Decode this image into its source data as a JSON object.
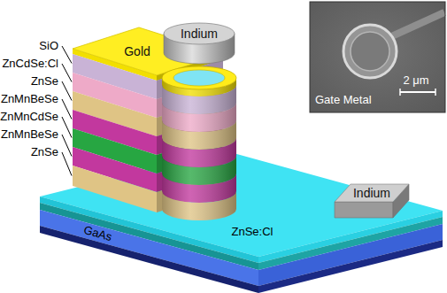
{
  "diagram": {
    "nodes": [
      {
        "text": [
          "Indium"
        ]
      },
      {
        "text": [
          "2 μm",
          "Gate Metal"
        ]
      },
      {
        "text": [
          "Gold"
        ]
      },
      {
        "text": [
          "Indium"
        ]
      }
    ],
    "labels": [
      "SiO",
      "ZnCdSe:Cl",
      "ZnSe",
      "ZnMnBeSe",
      "ZnMnCdSe",
      "ZnMnBeSe",
      "ZnSe",
      "ZnSe:Cl",
      "GaAs"
    ]
  }
}
